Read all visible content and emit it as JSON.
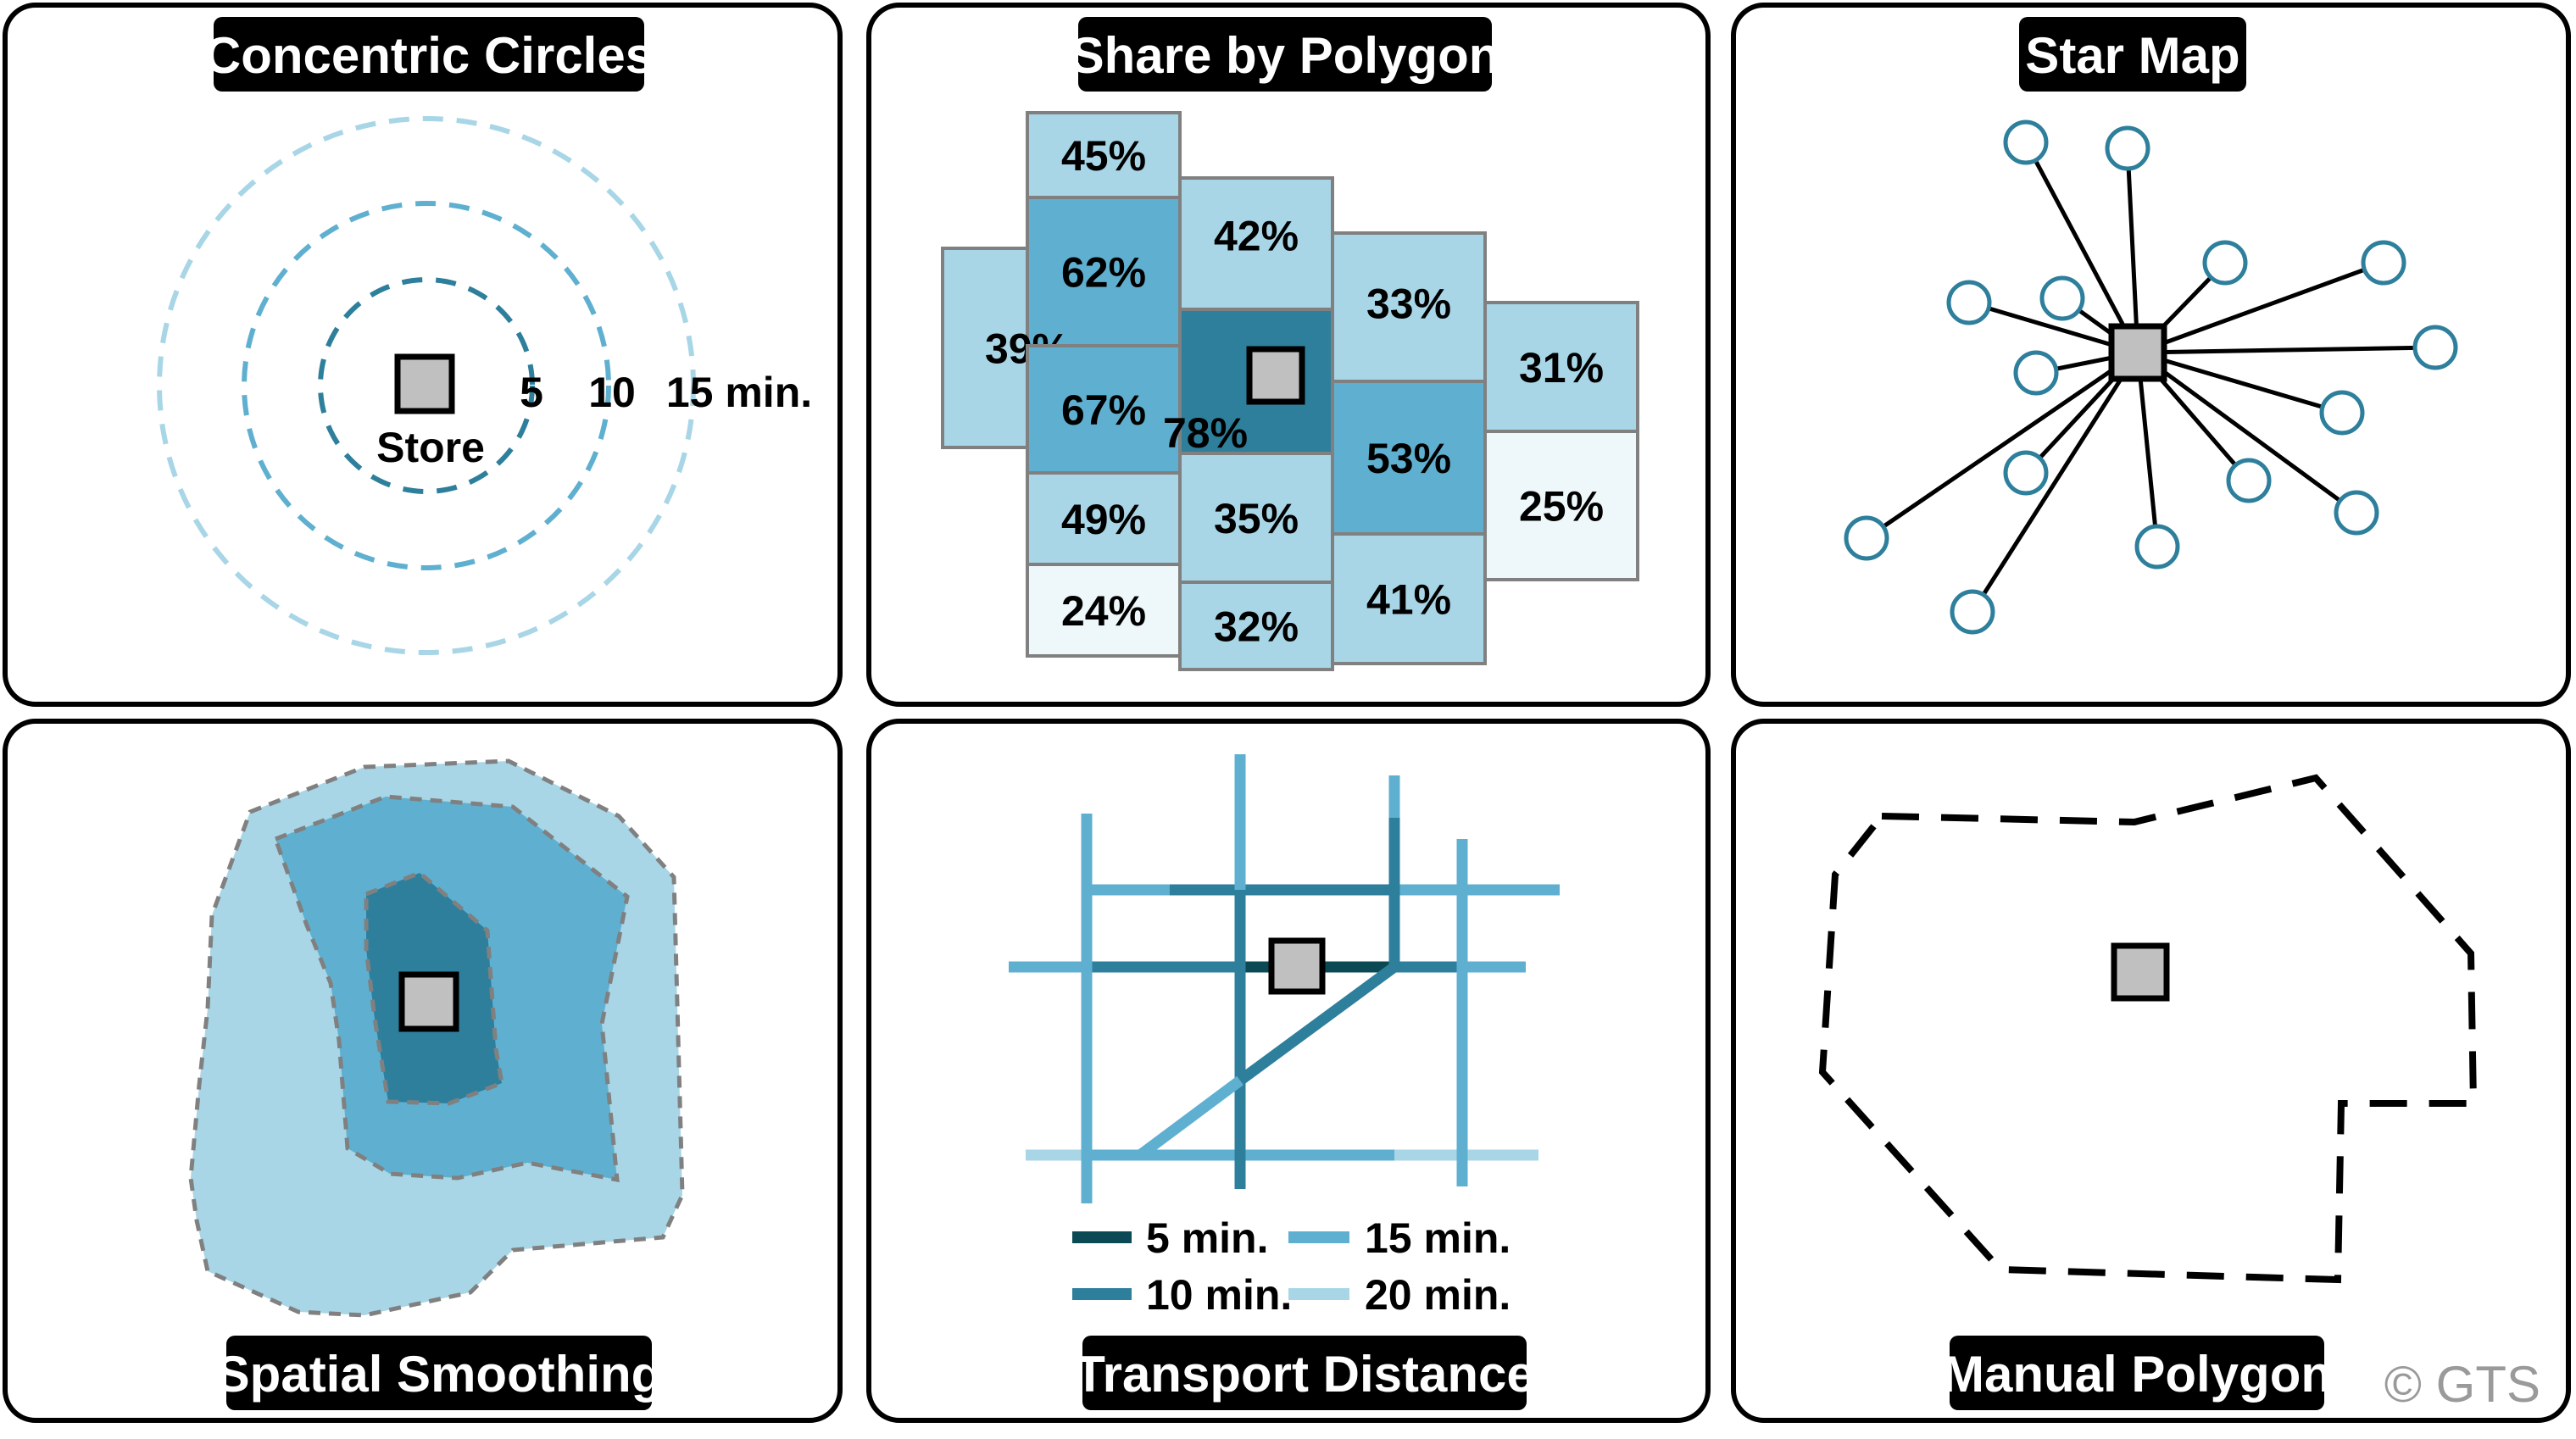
{
  "colors": {
    "dark": "#0b4a55",
    "mid_dark": "#2e7f9c",
    "mid": "#5fb0d0",
    "light": "#a8d6e6",
    "very_light": "#eef7fa",
    "store_fill": "#c0c0c0"
  },
  "panels": {
    "concentric": {
      "title": "Concentric Circles",
      "store_label": "Store",
      "rings": [
        {
          "label": "5",
          "color": "mid_dark"
        },
        {
          "label": "10",
          "color": "mid"
        },
        {
          "label": "15 min.",
          "color": "light"
        }
      ]
    },
    "polygon": {
      "title": "Share by Polygon",
      "cells": [
        {
          "label": "45%",
          "value": 45,
          "fill": "light"
        },
        {
          "label": "62%",
          "value": 62,
          "fill": "mid"
        },
        {
          "label": "39%",
          "value": 39,
          "fill": "light"
        },
        {
          "label": "67%",
          "value": 67,
          "fill": "mid"
        },
        {
          "label": "49%",
          "value": 49,
          "fill": "light"
        },
        {
          "label": "24%",
          "value": 24,
          "fill": "very_light"
        },
        {
          "label": "42%",
          "value": 42,
          "fill": "light"
        },
        {
          "label": "78%",
          "value": 78,
          "fill": "mid_dark"
        },
        {
          "label": "35%",
          "value": 35,
          "fill": "light"
        },
        {
          "label": "32%",
          "value": 32,
          "fill": "light"
        },
        {
          "label": "33%",
          "value": 33,
          "fill": "light"
        },
        {
          "label": "53%",
          "value": 53,
          "fill": "mid"
        },
        {
          "label": "41%",
          "value": 41,
          "fill": "light"
        },
        {
          "label": "31%",
          "value": 31,
          "fill": "light"
        },
        {
          "label": "25%",
          "value": 25,
          "fill": "very_light"
        }
      ]
    },
    "star": {
      "title": "Star Map"
    },
    "smoothing": {
      "title": "Spatial Smoothing"
    },
    "transport": {
      "title": "Transport Distance",
      "legend": [
        {
          "label": "5 min.",
          "color": "dark"
        },
        {
          "label": "15 min.",
          "color": "mid"
        },
        {
          "label": "10 min.",
          "color": "mid_dark"
        },
        {
          "label": "20 min.",
          "color": "light"
        }
      ]
    },
    "manual": {
      "title": "Manual Polygon"
    }
  },
  "copyright": "© GTS"
}
